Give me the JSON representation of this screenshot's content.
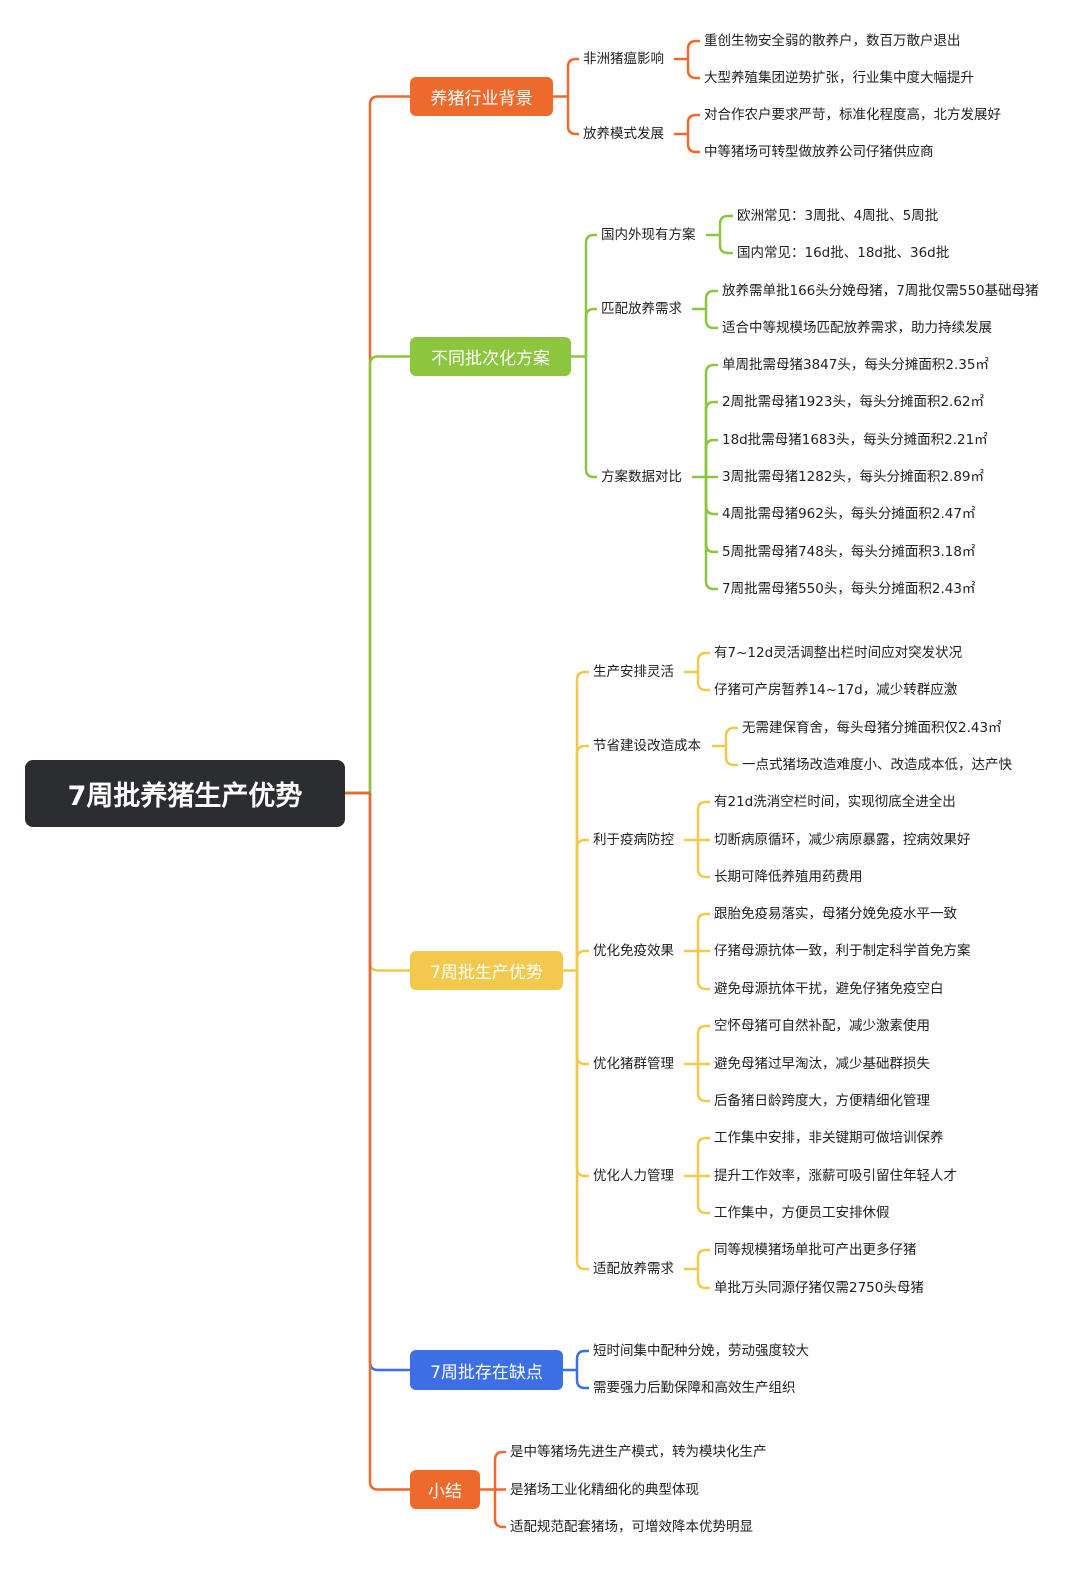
{
  "root": "7周批养猪生产优势",
  "branches": [
    {
      "label": "养猪行业背景",
      "color": "#ee6a2c",
      "children": [
        {
          "label": "非洲猪瘟影响",
          "leaves": [
            "重创生物安全弱的散养户，数百万散户退出",
            "大型养殖集团逆势扩张，行业集中度大幅提升"
          ]
        },
        {
          "label": "放养模式发展",
          "leaves": [
            "对合作农户要求严苛，标准化程度高，北方发展好",
            "中等猪场可转型做放养公司仔猪供应商"
          ]
        }
      ]
    },
    {
      "label": "不同批次化方案",
      "color": "#8cc63f",
      "children": [
        {
          "label": "国内外现有方案",
          "leaves": [
            "欧洲常见：3周批、4周批、5周批",
            "国内常见：16d批、18d批、36d批"
          ]
        },
        {
          "label": "匹配放养需求",
          "leaves": [
            "放养需单批166头分娩母猪，7周批仅需550基础母猪",
            "适合中等规模场匹配放养需求，助力持续发展"
          ]
        },
        {
          "label": "方案数据对比",
          "leaves": [
            "单周批需母猪3847头，每头分摊面积2.35㎡",
            "2周批需母猪1923头，每头分摊面积2.62㎡",
            "18d批需母猪1683头，每头分摊面积2.21㎡",
            "3周批需母猪1282头，每头分摊面积2.89㎡",
            "4周批需母猪962头，每头分摊面积2.47㎡",
            "5周批需母猪748头，每头分摊面积3.18㎡",
            "7周批需母猪550头，每头分摊面积2.43㎡"
          ]
        }
      ]
    },
    {
      "label": "7周批生产优势",
      "color": "#f2c94c",
      "children": [
        {
          "label": "生产安排灵活",
          "leaves": [
            "有7~12d灵活调整出栏时间应对突发状况",
            "仔猪可产房暂养14~17d，减少转群应激"
          ]
        },
        {
          "label": "节省建设改造成本",
          "leaves": [
            "无需建保育舍，每头母猪分摊面积仅2.43㎡",
            "一点式猪场改造难度小、改造成本低，达产快"
          ]
        },
        {
          "label": "利于疫病防控",
          "leaves": [
            "有21d洗消空栏时间，实现彻底全进全出",
            "切断病原循环，减少病原暴露，控病效果好",
            "长期可降低养殖用药费用"
          ]
        },
        {
          "label": "优化免疫效果",
          "leaves": [
            "跟胎免疫易落实，母猪分娩免疫水平一致",
            "仔猪母源抗体一致，利于制定科学首免方案",
            "避免母源抗体干扰，避免仔猪免疫空白"
          ]
        },
        {
          "label": "优化猪群管理",
          "leaves": [
            "空怀母猪可自然补配，减少激素使用",
            "避免母猪过早淘汰，减少基础群损失",
            "后备猪日龄跨度大，方便精细化管理"
          ]
        },
        {
          "label": "优化人力管理",
          "leaves": [
            "工作集中安排，非关键期可做培训保养",
            "提升工作效率，涨薪可吸引留住年轻人才",
            "工作集中，方便员工安排休假"
          ]
        },
        {
          "label": "适配放养需求",
          "leaves": [
            "同等规模猪场单批可产出更多仔猪",
            "单批万头同源仔猪仅需2750头母猪"
          ]
        }
      ]
    },
    {
      "label": "7周批存在缺点",
      "color": "#3b6fe3",
      "children": [
        {
          "label": "短时间集中配种分娩，劳动强度较大"
        },
        {
          "label": "需要强力后勤保障和高效生产组织"
        }
      ]
    },
    {
      "label": "小结",
      "color": "#ee6a2c",
      "children": [
        {
          "label": "是中等猪场先进生产模式，转为模块化生产"
        },
        {
          "label": "是猪场工业化精细化的典型体现"
        },
        {
          "label": "适配规范配套猪场，可增效降本优势明显"
        }
      ]
    }
  ]
}
